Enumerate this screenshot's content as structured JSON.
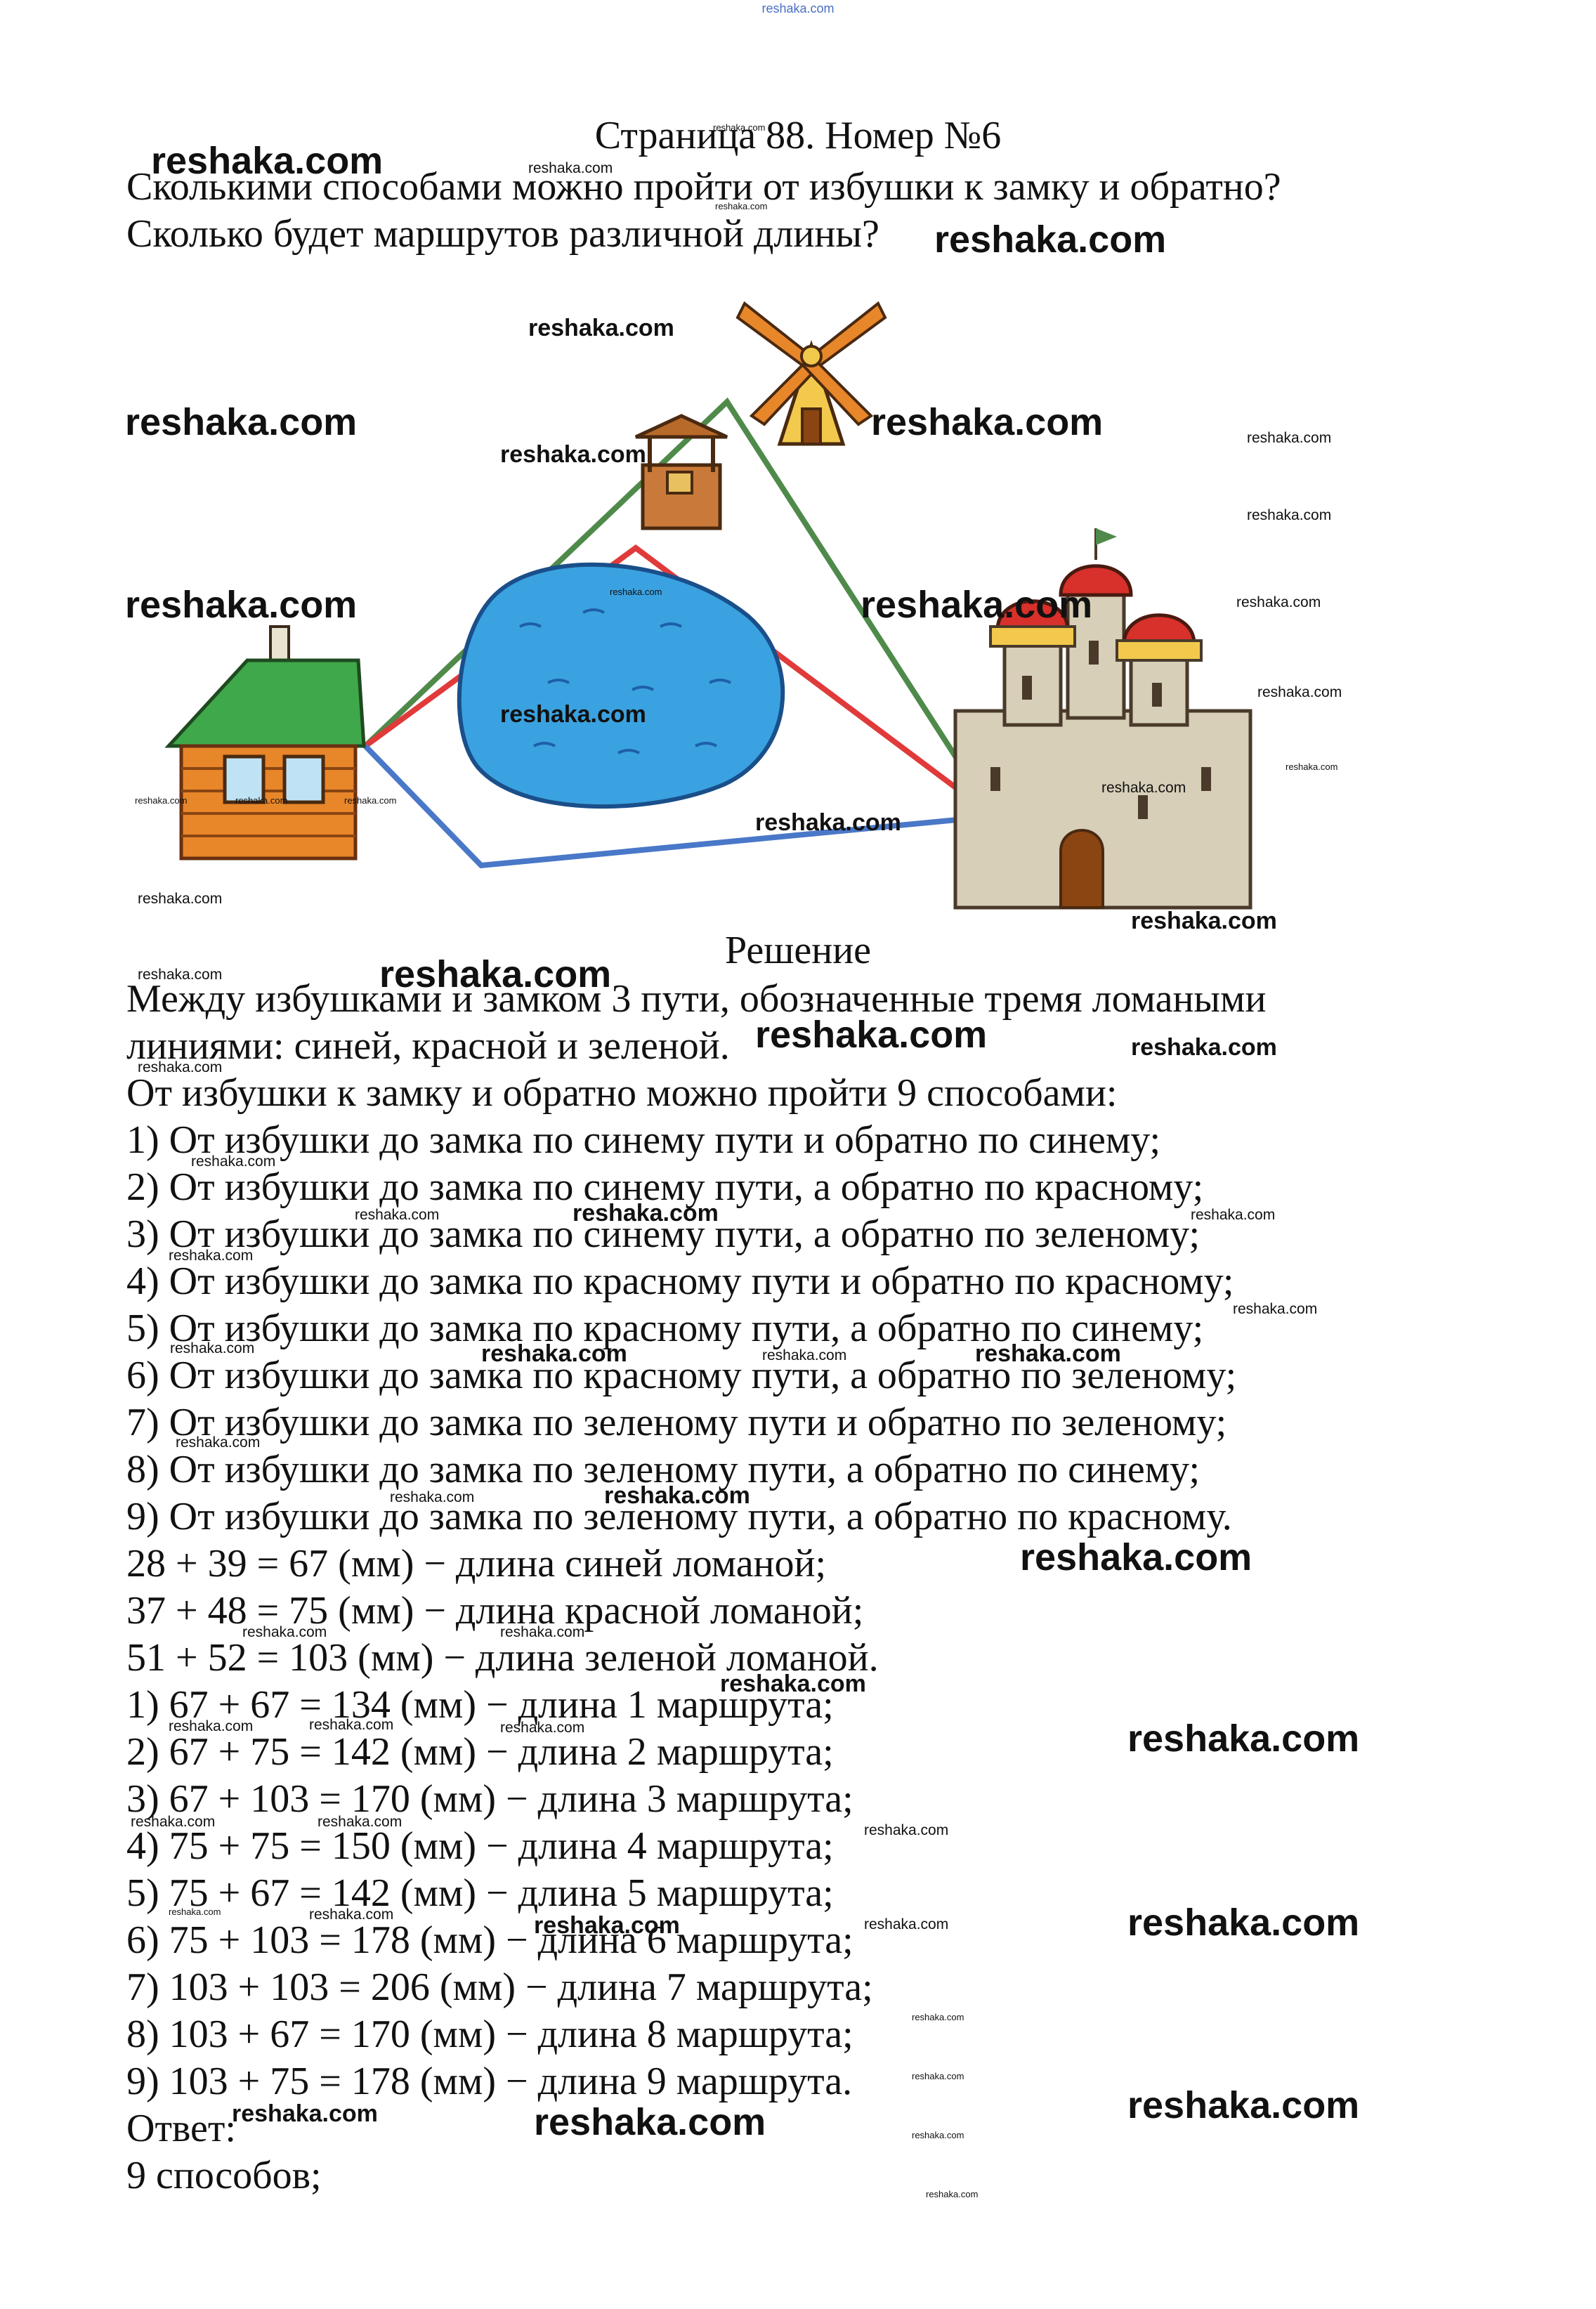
{
  "site": "reshaka.com",
  "page_title": "Страница 88. Номер №6",
  "task_lines": [
    "Сколькими способами можно пройти от избушки к замку и обратно?",
    "Сколько будет маршрутов различной длины?"
  ],
  "solution_heading": "Решение",
  "solution_lines": [
    "Между избушками и замком 3 пути, обозначенные тремя ломаными",
    "линиями: синей, красной и зеленой.",
    "От избушки к замку и обратно можно пройти 9 способами:",
    "1) От избушки до замка по синему пути и обратно по синему;",
    "2) От избушки до замка по синему пути, а обратно по красному;",
    "3) От избушки до замка по синему пути, а обратно по зеленому;",
    "4) От избушки до замка по красному пути и обратно по красному;",
    "5) От избушки до замка по красному пути, а обратно по синему;",
    "6) От избушки до замка по красному пути, а обратно по зеленому;",
    "7) От избушки до замка по зеленому пути и обратно по зеленому;",
    "8) От избушки до замка по зеленому пути, а обратно по синему;",
    "9) От избушки до замка по зеленому пути, а обратно по красному.",
    "28 + 39 = 67 (мм) − длина синей ломаной;",
    "37 + 48 = 75 (мм) − длина красной ломаной;",
    "51 + 52 = 103 (мм) − длина зеленой ломаной.",
    "1) 67 + 67 = 134 (мм) − длина 1 маршрута;",
    "2) 67 + 75 = 142 (мм) − длина 2 маршрута;",
    "3) 67 + 103 = 170 (мм) − длина 3 маршрута;",
    "4) 75 + 75 = 150 (мм) − длина 4 маршрута;",
    "5) 75 + 67 = 142 (мм) − длина 5 маршрута;",
    "6) 75 + 103 = 178 (мм) − длина 6 маршрута;",
    "7) 103 + 103 = 206 (мм) − длина 7 маршрута;",
    "8) 103 + 67 = 170 (мм) − длина 8 маршрута;",
    "9) 103 + 75 = 178 (мм) − длина 9 маршрута.",
    "Ответ:",
    "9 способов;"
  ],
  "colors": {
    "blue_path": "#4a78c8",
    "red_path": "#e03a3a",
    "green_path": "#4f8a4a",
    "pond": "#3aa2e0"
  }
}
